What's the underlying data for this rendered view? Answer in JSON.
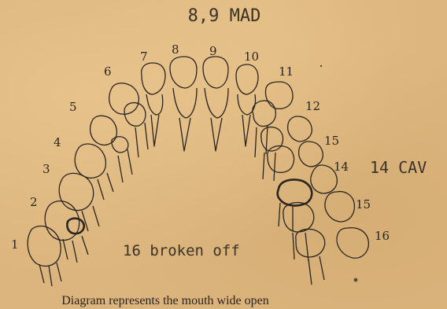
{
  "header_note": "8,9 MAD",
  "tooth_numbers_left": [
    "1",
    "2",
    "3",
    "4",
    "5",
    "6",
    "7",
    "8"
  ],
  "tooth_numbers_right": [
    "9",
    "10",
    "11",
    "12",
    "15",
    "14",
    "15",
    "16"
  ],
  "annotation_cavity": "14 CAV",
  "annotation_broken": "16 broken off",
  "caption": "Diagram represents the mouth wide open"
}
